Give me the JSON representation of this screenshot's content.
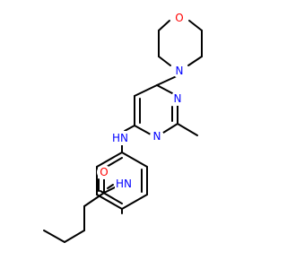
{
  "colors": {
    "background": "#ffffff",
    "bond": "#000000",
    "nitrogen": "#0000ff",
    "oxygen": "#ff0000"
  },
  "atoms": {
    "morpholine_oxygen": {
      "text": "O",
      "element": "oxygen"
    },
    "morpholine_nitrogen": {
      "text": "N",
      "element": "nitrogen"
    },
    "pyrimidine_n1": {
      "text": "N",
      "element": "nitrogen"
    },
    "pyrimidine_n3": {
      "text": "N",
      "element": "nitrogen"
    },
    "amine_nh": {
      "text": "HN",
      "element": "nitrogen"
    },
    "amide_nh": {
      "text": "HN",
      "element": "nitrogen"
    },
    "carbonyl_oxygen": {
      "text": "O",
      "element": "oxygen"
    }
  }
}
